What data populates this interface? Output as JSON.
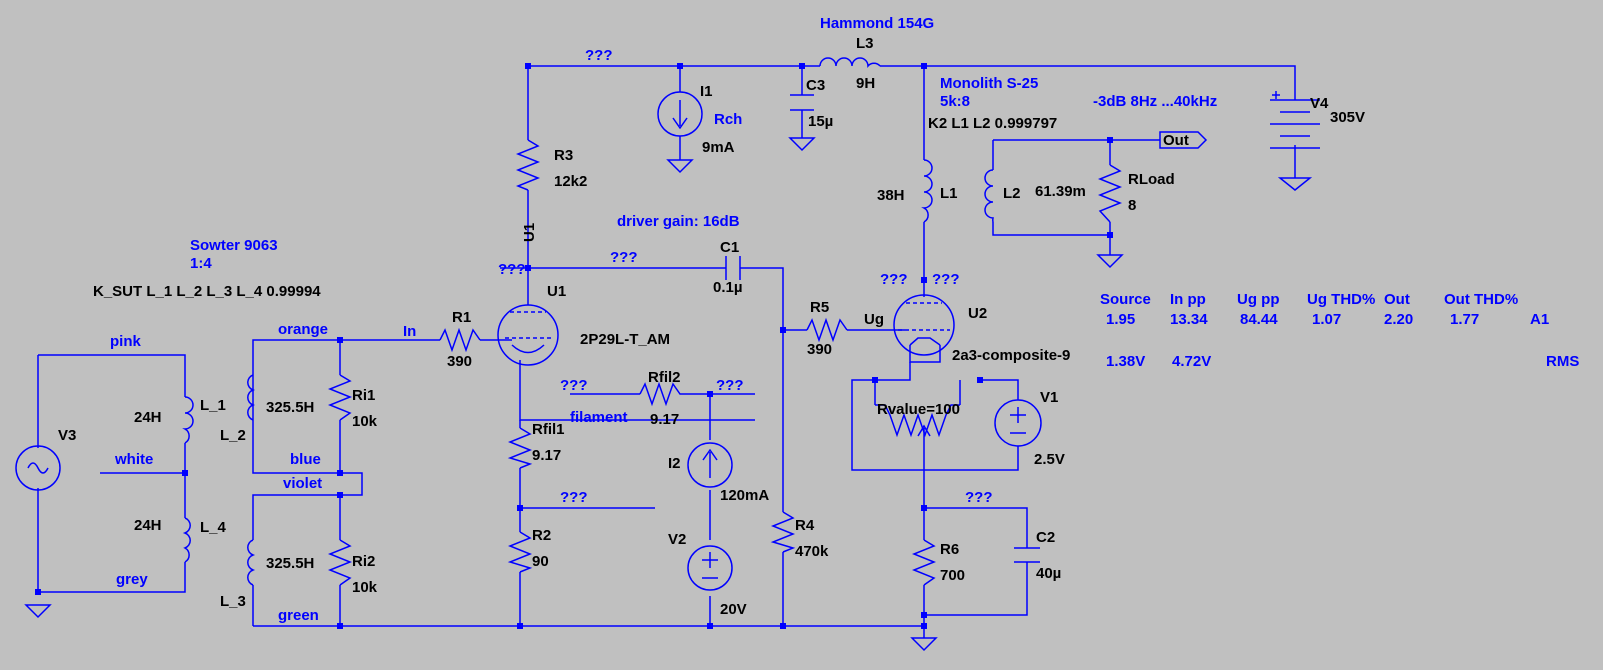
{
  "schematic": {
    "labels": {
      "hammond": "Hammond 154G",
      "l3": "L3",
      "l3_val": "9H",
      "monolith": "Monolith S-25",
      "ratio_5k8": "5k:8",
      "k2": "K2 L1 L2 0.999797",
      "bw": "-3dB 8Hz ...40kHz",
      "v4": "V4",
      "v4_val": "305V",
      "out_flag": "Out",
      "i1": "I1",
      "rch": "Rch",
      "i1_val": "9mA",
      "c3": "C3",
      "c3_val": "15µ",
      "r3": "R3",
      "r3_val": "12k2",
      "u1_vert": "U1",
      "driver_gain": "driver gain: 16dB",
      "c1": "C1",
      "c1_val": "0.1µ",
      "l2": "L2",
      "l2_val": "61.39m",
      "rload": "RLoad",
      "rload_val": "8",
      "l1_val": "38H",
      "l1": "L1",
      "sowter": "Sowter 9063",
      "ratio_14": "1:4",
      "ksut": "K_SUT L_1 L_2 L_3 L_4 0.99994",
      "u1": "U1",
      "u1_model": "2P29L-T_AM",
      "r1": "R1",
      "r1_val": "390",
      "in": "In",
      "r5": "R5",
      "r5_val": "390",
      "ug": "Ug",
      "u2": "U2",
      "u2_model": "2a3-composite-9",
      "pink": "pink",
      "orange": "orange",
      "l_1": "L_1",
      "l_2": "L_2",
      "l_1_val": "24H",
      "l_2_val": "325.5H",
      "ri1": "Ri1",
      "ri1_val": "10k",
      "v3": "V3",
      "white": "white",
      "blue": "blue",
      "violet": "violet",
      "l_4": "L_4",
      "l_4_val": "24H",
      "l_3": "L_3",
      "l_3_val": "325.5H",
      "ri2": "Ri2",
      "ri2_val": "10k",
      "grey": "grey",
      "green": "green",
      "rfil2": "Rfil2",
      "rfil2_val": "9.17",
      "filament": "filament",
      "rfil1": "Rfil1",
      "rfil1_val": "9.17",
      "i2": "I2",
      "i2_val": "120mA",
      "r2": "R2",
      "r2_val": "90",
      "v2": "V2",
      "v2_val": "20V",
      "r4": "R4",
      "r4_val": "470k",
      "rvalue": "Rvalue=100",
      "v1": "V1",
      "v1_val": "2.5V",
      "r6": "R6",
      "r6_val": "700",
      "c2": "C2",
      "c2_val": "40µ",
      "q": "???"
    },
    "results": {
      "headers": [
        "Source",
        "In pp",
        "Ug pp",
        "Ug THD%",
        "Out",
        "Out THD%",
        "A1"
      ],
      "row1": [
        "1.95",
        "13.34",
        "84.44",
        "1.07",
        "2.20",
        "1.77"
      ],
      "row2": [
        "1.38V",
        "4.72V"
      ],
      "rms": "RMS"
    }
  }
}
